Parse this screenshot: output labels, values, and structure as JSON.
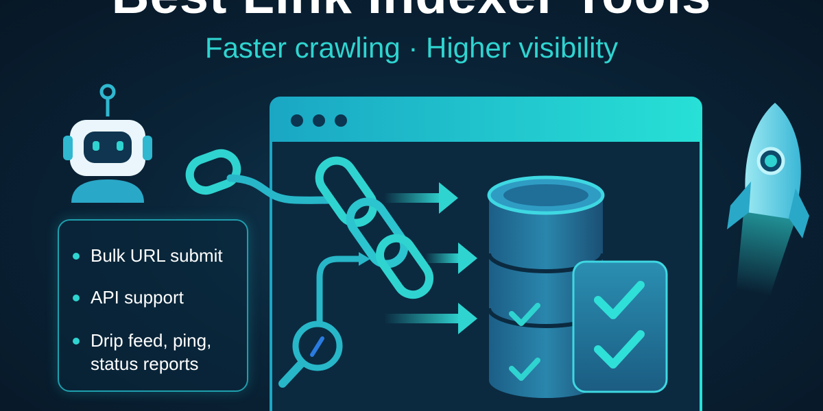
{
  "header": {
    "title": "Best Link Indexer Tools",
    "subtitle": "Faster crawling · Higher visibility"
  },
  "features": {
    "items": [
      {
        "label": "Bulk URL submit"
      },
      {
        "label": "API support"
      },
      {
        "label": "Drip feed, ping,\nstatus reports"
      }
    ]
  },
  "icons": [
    "robot-icon",
    "chain-link-icon",
    "browser-window-icon",
    "database-icon",
    "checklist-card-icon",
    "rocket-icon",
    "magnifier-gauge-icon",
    "arrow-icon"
  ],
  "colors": {
    "accent": "#2fd4d0",
    "background": "#0a2438",
    "text": "#ffffff"
  }
}
